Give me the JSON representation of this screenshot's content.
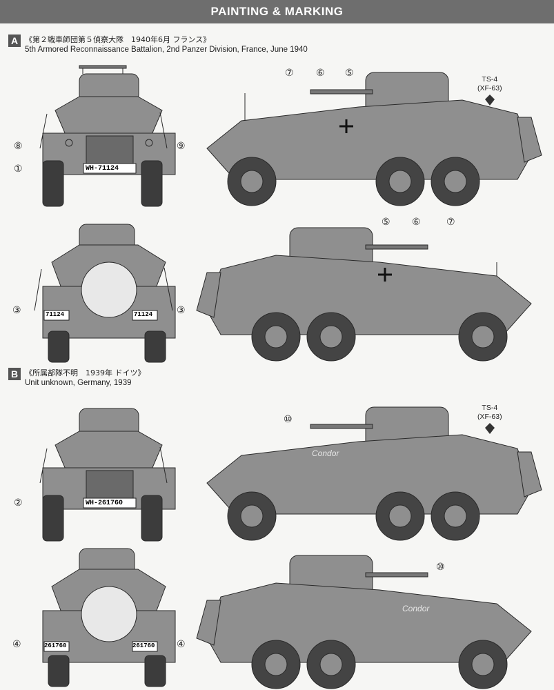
{
  "header": {
    "title": "PAINTING & MARKING"
  },
  "sections": [
    {
      "letter": "A",
      "jp_title": "《第２戦車師団第５偵察大隊　1940年6月 フランス》",
      "en_title": "5th Armored Reconnaissance Battalion, 2nd Panzer Division, France, June 1940",
      "paint": {
        "code": "TS-4",
        "alt": "(XF-63)"
      },
      "front_plate": "WH-71124",
      "rear_plates": [
        "71124",
        "71124"
      ],
      "front_callouts": [
        "⑧",
        "⑨",
        "①"
      ],
      "rear_callouts": [
        "③",
        "③"
      ],
      "side_top_callouts": [
        "⑦",
        "⑥",
        "⑤"
      ],
      "side_bottom_callouts": [
        "⑤",
        "⑥",
        "⑦"
      ]
    },
    {
      "letter": "B",
      "jp_title": "《所属部隊不明　1939年 ドイツ》",
      "en_title": "Unit unknown, Germany, 1939",
      "paint": {
        "code": "TS-4",
        "alt": "(XF-63)"
      },
      "front_plate": "WH-261760",
      "rear_plates": [
        "261760",
        "261760"
      ],
      "front_callouts": [
        "②"
      ],
      "rear_callouts": [
        "④",
        "④"
      ],
      "side_top_callouts": [
        "⑩"
      ],
      "side_bottom_callouts": [
        "⑩"
      ],
      "vehicle_name": "Condor"
    }
  ],
  "colors": {
    "vehicle_fill": "#8f8f8f",
    "vehicle_dark": "#5a5a5a",
    "outline": "#2a2a2a",
    "header_bg": "#6e6e6e"
  }
}
